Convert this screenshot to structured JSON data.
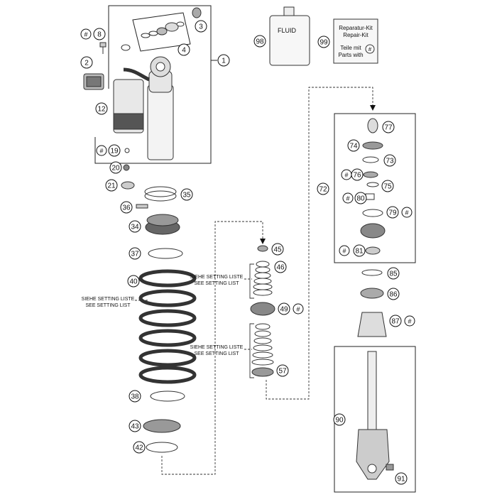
{
  "diagram": {
    "callouts": [
      {
        "key": "c1",
        "label": "1"
      },
      {
        "key": "c2",
        "label": "2"
      },
      {
        "key": "c3",
        "label": "3"
      },
      {
        "key": "c4",
        "label": "4"
      },
      {
        "key": "c8",
        "label": "8"
      },
      {
        "key": "c12",
        "label": "12"
      },
      {
        "key": "c19",
        "label": "19"
      },
      {
        "key": "c20",
        "label": "20"
      },
      {
        "key": "c21",
        "label": "21"
      },
      {
        "key": "c34",
        "label": "34"
      },
      {
        "key": "c35",
        "label": "35"
      },
      {
        "key": "c36",
        "label": "36"
      },
      {
        "key": "c37",
        "label": "37"
      },
      {
        "key": "c38",
        "label": "38"
      },
      {
        "key": "c40",
        "label": "40"
      },
      {
        "key": "c42",
        "label": "42"
      },
      {
        "key": "c43",
        "label": "43"
      },
      {
        "key": "c45",
        "label": "45"
      },
      {
        "key": "c46",
        "label": "46"
      },
      {
        "key": "c49",
        "label": "49"
      },
      {
        "key": "c57",
        "label": "57"
      },
      {
        "key": "c72",
        "label": "72"
      },
      {
        "key": "c73",
        "label": "73"
      },
      {
        "key": "c74",
        "label": "74"
      },
      {
        "key": "c75",
        "label": "75"
      },
      {
        "key": "c76",
        "label": "76"
      },
      {
        "key": "c77",
        "label": "77"
      },
      {
        "key": "c79",
        "label": "79"
      },
      {
        "key": "c80",
        "label": "80"
      },
      {
        "key": "c81",
        "label": "81"
      },
      {
        "key": "c85",
        "label": "85"
      },
      {
        "key": "c86",
        "label": "86"
      },
      {
        "key": "c87",
        "label": "87"
      },
      {
        "key": "c90",
        "label": "90"
      },
      {
        "key": "c91",
        "label": "91"
      },
      {
        "key": "c98",
        "label": "98"
      },
      {
        "key": "c99",
        "label": "99"
      }
    ],
    "hash_symbol": "#",
    "setting_notes": {
      "line1": "SIEHE SETTING LISTE",
      "line2": "SEE SETTING LIST"
    },
    "fluid_bottle_label": "FLUID",
    "repair_kit": {
      "line1": "Reparatur-Kit",
      "line2": "Repair-Kit",
      "line3": "Teile mit",
      "line4": "Parts with",
      "symbol": "#"
    }
  }
}
